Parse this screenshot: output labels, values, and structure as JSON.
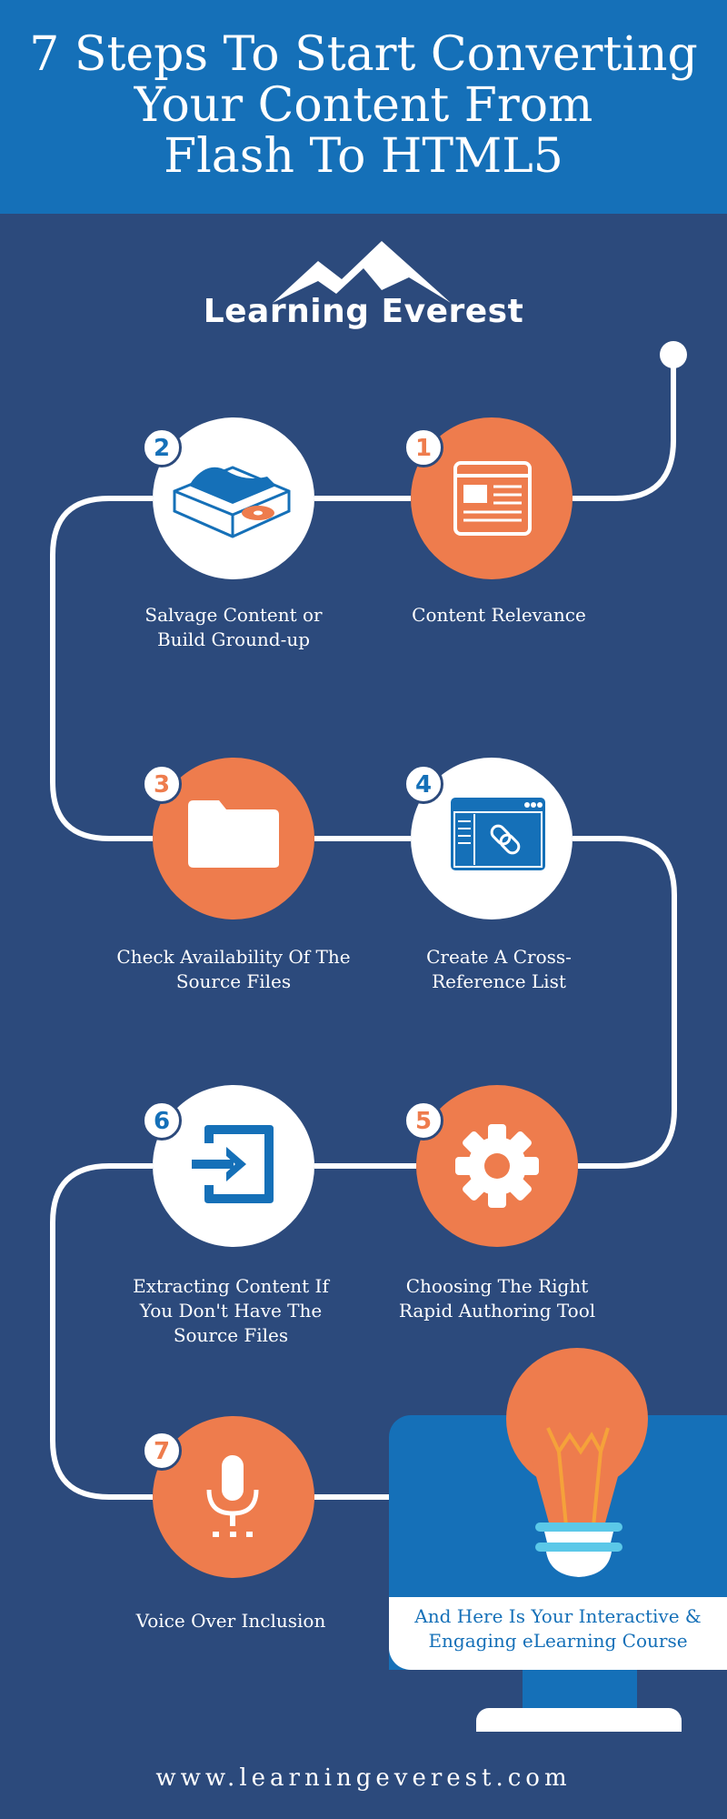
{
  "header": {
    "title_lines": [
      "7 Steps To Start Converting",
      "Your Content From",
      "Flash To HTML5"
    ]
  },
  "logo": {
    "text": "Learning Everest",
    "icon": "mountain-logo-icon"
  },
  "steps": [
    {
      "number": "1",
      "caption_lines": [
        "Content Relevance"
      ],
      "icon": "document-icon"
    },
    {
      "number": "2",
      "caption_lines": [
        "Salvage Content or",
        "Build Ground-up"
      ],
      "icon": "disc-drive-icon"
    },
    {
      "number": "3",
      "caption_lines": [
        "Check Availability Of The",
        "Source Files"
      ],
      "icon": "folder-icon"
    },
    {
      "number": "4",
      "caption_lines": [
        "Create A Cross-",
        "Reference List"
      ],
      "icon": "browser-link-icon"
    },
    {
      "number": "5",
      "caption_lines": [
        "Choosing The Right",
        "Rapid Authoring Tool"
      ],
      "icon": "gear-icon"
    },
    {
      "number": "6",
      "caption_lines": [
        "Extracting Content If",
        "You Don't Have The",
        "Source Files"
      ],
      "icon": "import-arrow-icon"
    },
    {
      "number": "7",
      "caption_lines": [
        "Voice Over Inclusion"
      ],
      "icon": "microphone-icon"
    }
  ],
  "final": {
    "lines": [
      "And Here Is Your Interactive &",
      "Engaging eLearning Course"
    ],
    "icon": "lightbulb-icon"
  },
  "footer": {
    "url": "www.learningeverest.com"
  },
  "colors": {
    "background": "#2c4a7c",
    "header": "#1570b8",
    "accent_orange": "#ee7c4d",
    "white": "#ffffff"
  }
}
